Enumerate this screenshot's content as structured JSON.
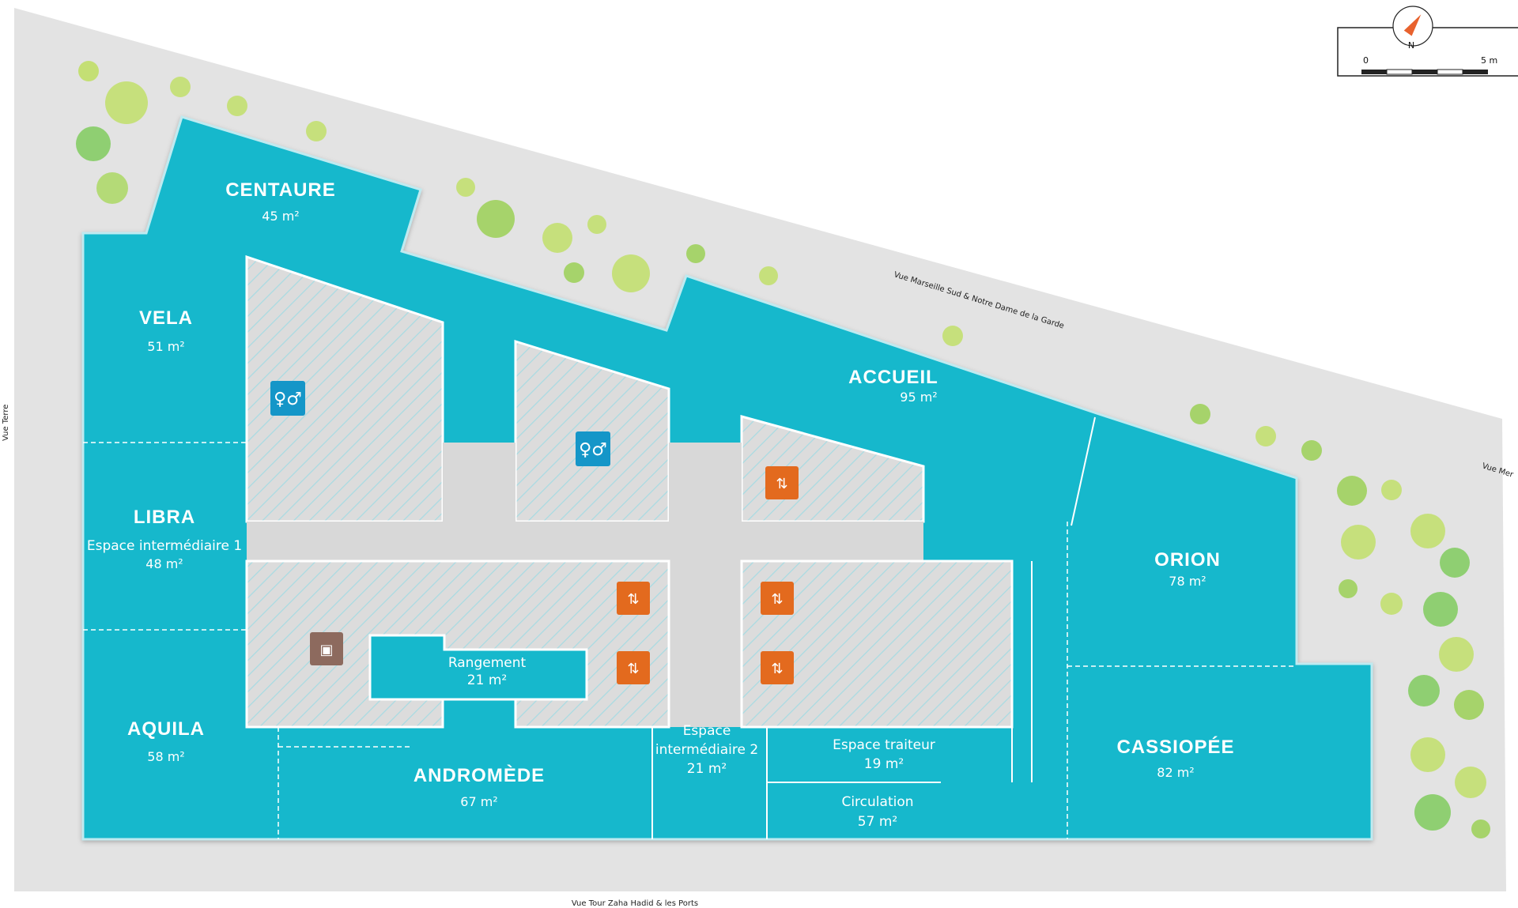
{
  "rooms": {
    "centaure": {
      "name": "CENTAURE",
      "area": "45 m²"
    },
    "vela": {
      "name": "VELA",
      "area": "51 m²"
    },
    "libra": {
      "name": "LIBRA",
      "subtitle": "Espace intermédiaire 1",
      "area": "48 m²"
    },
    "aquila": {
      "name": "AQUILA",
      "area": "58 m²"
    },
    "accueil": {
      "name": "ACCUEIL",
      "area": "95 m²"
    },
    "orion": {
      "name": "ORION",
      "area": "78 m²"
    },
    "cassiopee": {
      "name": "CASSIOPÉE",
      "area": "82 m²"
    },
    "andromede": {
      "name": "ANDROMÈDE",
      "area": "67 m²"
    },
    "rangement": {
      "name": "Rangement",
      "area": "21 m²"
    },
    "espace_intermediaire_2": {
      "name_line1": "Espace",
      "name_line2": "intermédiaire 2",
      "area": "21 m²"
    },
    "espace_traiteur": {
      "name": "Espace traiteur",
      "area": "19 m²"
    },
    "circulation": {
      "name": "Circulation",
      "area": "57 m²"
    }
  },
  "views": {
    "north": "Vue Marseille Sud & Notre Dame de la Garde",
    "west": "Vue Terre",
    "east": "Vue Mer",
    "south": "Vue Tour Zaha Hadid & les Ports"
  },
  "scale": {
    "start": "0",
    "end": "5 m"
  },
  "compass": {
    "north_letter": "N"
  },
  "colors": {
    "room": "#16b8cc",
    "room_stroke": "#0e9fb3",
    "core": "#dcdcdc",
    "hatch": "#9fd6de",
    "ground": "#e2e2e2",
    "tree_light": "#c9e07a",
    "tree_mid": "#a6d36b",
    "tree_dark": "#7cc56a",
    "icon_wc": "#1596c8",
    "icon_elevator": "#e36a1e",
    "icon_freight": "#8d6a5e"
  },
  "icons": {
    "wc": "restroom-icon",
    "elevator": "elevator-icon",
    "freight": "freight-elevator-icon",
    "compass": "compass-icon"
  }
}
